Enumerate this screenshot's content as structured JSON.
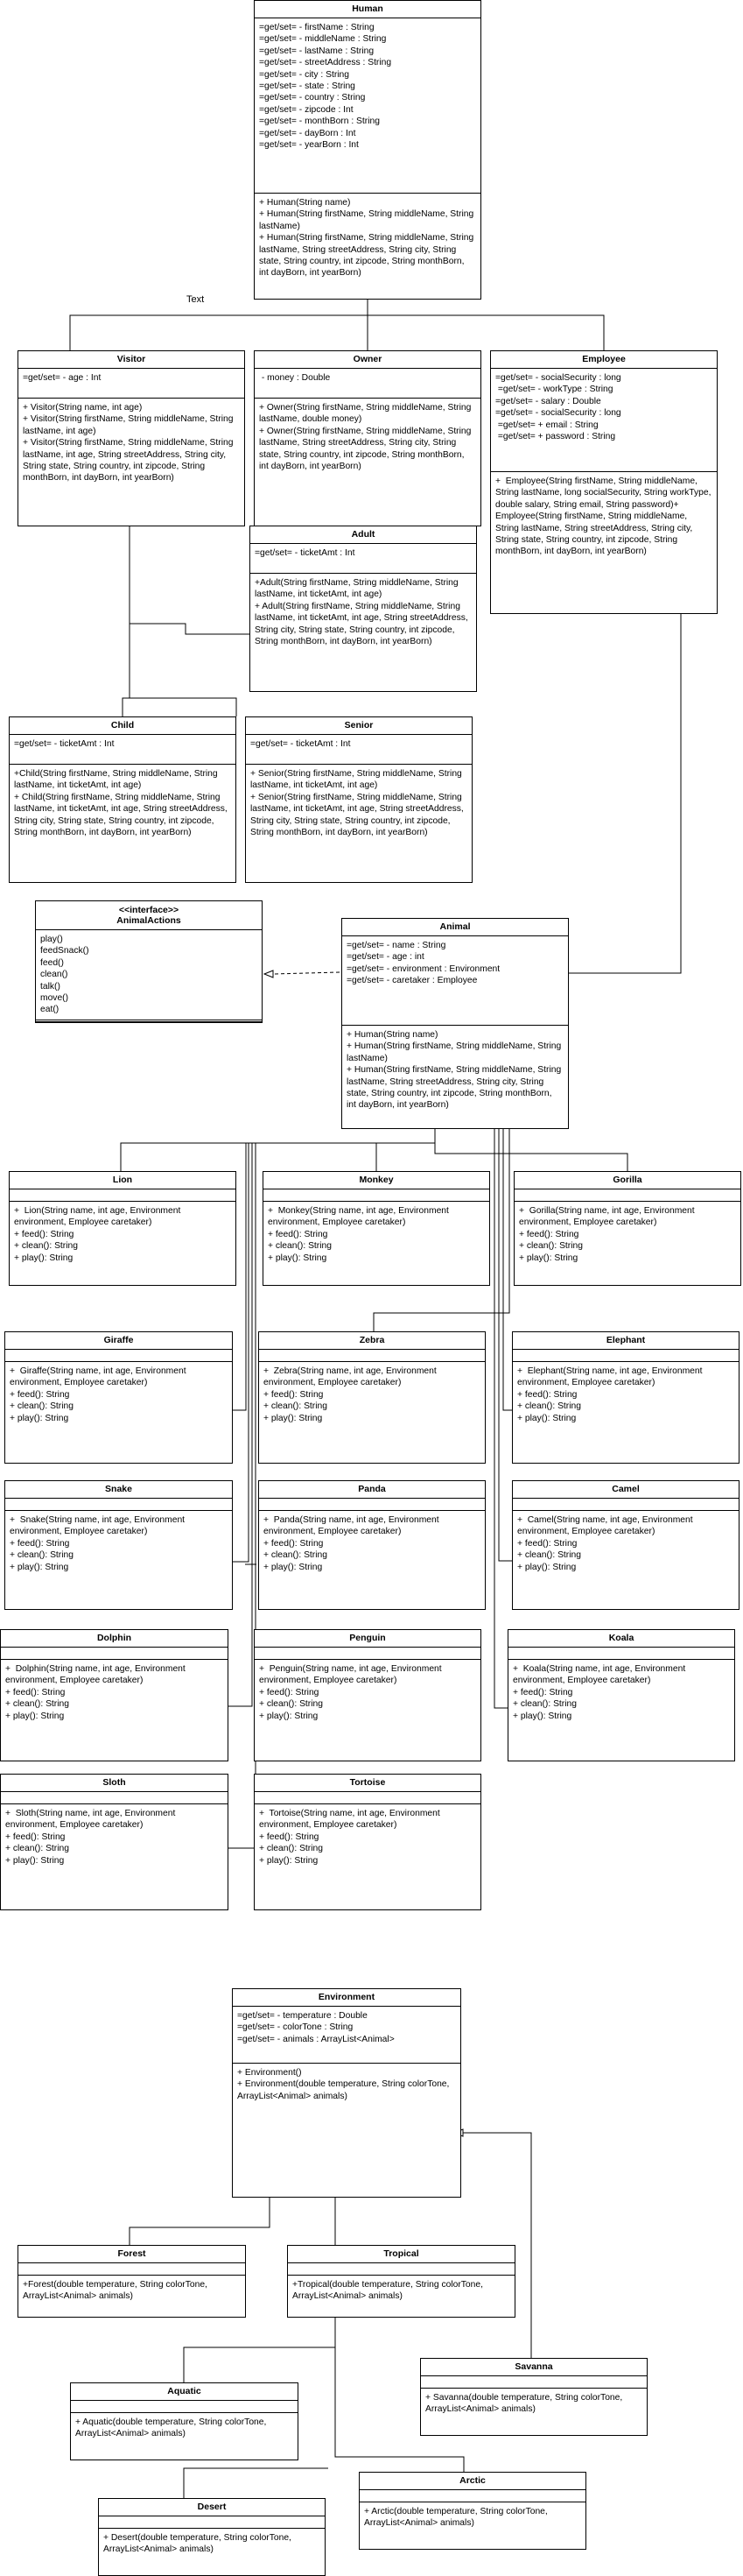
{
  "diagram": {
    "label_text": "Text",
    "classes": [
      {
        "id": "human",
        "name": "Human",
        "attrs": "=get/set= - firstName : String\n=get/set= - middleName : String\n=get/set= - lastName : String\n=get/set= - streetAddress : String\n=get/set= - city : String\n=get/set= - state : String\n=get/set= - country : String\n=get/set= - zipcode : Int\n=get/set= - monthBorn : String\n=get/set= - dayBorn : Int\n=get/set= - yearBorn : Int",
        "methods": "+ Human(String name)\n+ Human(String firstName, String middleName, String lastName)\n+ Human(String firstName, String middleName, String lastName, String streetAddress, String city, String state, String country, int zipcode, String monthBorn, int dayBorn, int yearBorn)"
      },
      {
        "id": "visitor",
        "name": "Visitor",
        "attrs": "=get/set= - age : Int",
        "methods": "+ Visitor(String name, int age)\n+ Visitor(String firstName, String middleName, String lastName, int age)\n+ Visitor(String firstName, String middleName, String lastName, int age, String streetAddress, String city, String state, String country, int zipcode, String monthBorn, int dayBorn, int yearBorn)"
      },
      {
        "id": "owner",
        "name": "Owner",
        "attrs": " - money : Double",
        "methods": "+ Owner(String firstName, String middleName, String lastName, double money)\n+ Owner(String firstName, String middleName, String lastName, String streetAddress, String city, String state, String country, int zipcode, String monthBorn, int dayBorn, int yearBorn)"
      },
      {
        "id": "employee",
        "name": "Employee",
        "attrs": "=get/set= - socialSecurity : long\n =get/set= - workType : String\n=get/set= - salary : Double\n=get/set= - socialSecurity : long\n =get/set= + email : String\n =get/set= + password : String",
        "methods": "+  Employee(String firstName, String middleName, String lastName, long socialSecurity, String workType, double salary, String email, String password)+ Employee(String firstName, String middleName, String lastName, String streetAddress, String city, String state, String country, int zipcode, String monthBorn, int dayBorn, int yearBorn)"
      },
      {
        "id": "adult",
        "name": "Adult",
        "attrs": "=get/set= - ticketAmt : Int",
        "methods": "+Adult(String firstName, String middleName, String lastName, int ticketAmt, int age)\n+ Adult(String firstName, String middleName, String lastName, int ticketAmt, int age, String streetAddress, String city, String state, String country, int zipcode, String monthBorn, int dayBorn, int yearBorn)"
      },
      {
        "id": "child",
        "name": "Child",
        "attrs": "=get/set= - ticketAmt : Int",
        "methods": "+Child(String firstName, String middleName, String lastName, int ticketAmt, int age)\n+ Child(String firstName, String middleName, String lastName, int ticketAmt, int age, String streetAddress, String city, String state, String country, int zipcode, String monthBorn, int dayBorn, int yearBorn)"
      },
      {
        "id": "senior",
        "name": "Senior",
        "attrs": "=get/set= - ticketAmt : Int",
        "methods": "+ Senior(String firstName, String middleName, String lastName, int ticketAmt, int age)\n+ Senior(String firstName, String middleName, String lastName, int ticketAmt, int age, String streetAddress, String city, String state, String country, int zipcode, String monthBorn, int dayBorn, int yearBorn)"
      },
      {
        "id": "animalactions",
        "name": "<<interface>>\nAnimalActions",
        "attrs": "play()\nfeedSnack()\nfeed()\nclean()\ntalk()\nmove()\neat()",
        "methods": ""
      },
      {
        "id": "animal",
        "name": "Animal",
        "attrs": "=get/set= - name : String\n=get/set= - age : int\n=get/set= - environment : Environment\n=get/set= - caretaker : Employee",
        "methods": "+ Human(String name)\n+ Human(String firstName, String middleName, String lastName)\n+ Human(String firstName, String middleName, String lastName, String streetAddress, String city, String state, String country, int zipcode, String monthBorn, int dayBorn, int yearBorn)"
      },
      {
        "id": "lion",
        "name": "Lion",
        "attrs": "",
        "methods": "+  Lion(String name, int age, Environment environment, Employee caretaker)\n+ feed(): String\n+ clean(): String\n+ play(): String"
      },
      {
        "id": "monkey",
        "name": "Monkey",
        "attrs": "",
        "methods": "+  Monkey(String name, int age, Environment environment, Employee caretaker)\n+ feed(): String\n+ clean(): String\n+ play(): String"
      },
      {
        "id": "gorilla",
        "name": "Gorilla",
        "attrs": "",
        "methods": "+  Gorilla(String name, int age, Environment environment, Employee caretaker)\n+ feed(): String\n+ clean(): String\n+ play(): String"
      },
      {
        "id": "giraffe",
        "name": "Giraffe",
        "attrs": "",
        "methods": "+  Giraffe(String name, int age, Environment environment, Employee caretaker)\n+ feed(): String\n+ clean(): String\n+ play(): String"
      },
      {
        "id": "zebra",
        "name": "Zebra",
        "attrs": "",
        "methods": "+  Zebra(String name, int age, Environment environment, Employee caretaker)\n+ feed(): String\n+ clean(): String\n+ play(): String"
      },
      {
        "id": "elephant",
        "name": "Elephant",
        "attrs": "",
        "methods": "+  Elephant(String name, int age, Environment environment, Employee caretaker)\n+ feed(): String\n+ clean(): String\n+ play(): String"
      },
      {
        "id": "snake",
        "name": "Snake",
        "attrs": "",
        "methods": "+  Snake(String name, int age, Environment environment, Employee caretaker)\n+ feed(): String\n+ clean(): String\n+ play(): String"
      },
      {
        "id": "panda",
        "name": "Panda",
        "attrs": "",
        "methods": "+  Panda(String name, int age, Environment environment, Employee caretaker)\n+ feed(): String\n+ clean(): String\n+ play(): String"
      },
      {
        "id": "camel",
        "name": "Camel",
        "attrs": "",
        "methods": "+  Camel(String name, int age, Environment environment, Employee caretaker)\n+ feed(): String\n+ clean(): String\n+ play(): String"
      },
      {
        "id": "dolphin",
        "name": "Dolphin",
        "attrs": "",
        "methods": "+  Dolphin(String name, int age, Environment environment, Employee caretaker)\n+ feed(): String\n+ clean(): String\n+ play(): String"
      },
      {
        "id": "penguin",
        "name": "Penguin",
        "attrs": "",
        "methods": "+  Penguin(String name, int age, Environment environment, Employee caretaker)\n+ feed(): String\n+ clean(): String\n+ play(): String"
      },
      {
        "id": "koala",
        "name": "Koala",
        "attrs": "",
        "methods": "+  Koala(String name, int age, Environment environment, Employee caretaker)\n+ feed(): String\n+ clean(): String\n+ play(): String"
      },
      {
        "id": "sloth",
        "name": "Sloth",
        "attrs": "",
        "methods": "+  Sloth(String name, int age, Environment environment, Employee caretaker)\n+ feed(): String\n+ clean(): String\n+ play(): String"
      },
      {
        "id": "tortoise",
        "name": "Tortoise",
        "attrs": "",
        "methods": "+  Tortoise(String name, int age, Environment environment, Employee caretaker)\n+ feed(): String\n+ clean(): String\n+ play(): String"
      },
      {
        "id": "environment",
        "name": "Environment",
        "attrs": "=get/set= - temperature : Double\n=get/set= - colorTone : String\n=get/set= - animals : ArrayList<Animal>",
        "methods": "+ Environment()\n+ Environment(double temperature, String colorTone, ArrayList<Animal> animals)"
      },
      {
        "id": "forest",
        "name": "Forest",
        "attrs": "",
        "methods": "+Forest(double temperature, String colorTone, ArrayList<Animal> animals)"
      },
      {
        "id": "tropical",
        "name": "Tropical",
        "attrs": "",
        "methods": "+Tropical(double temperature, String colorTone, ArrayList<Animal> animals)"
      },
      {
        "id": "aquatic",
        "name": "Aquatic",
        "attrs": "",
        "methods": "+ Aquatic(double temperature, String colorTone, ArrayList<Animal> animals)"
      },
      {
        "id": "savanna",
        "name": "Savanna",
        "attrs": "",
        "methods": "+ Savanna(double temperature, String colorTone, ArrayList<Animal> animals)"
      },
      {
        "id": "arctic",
        "name": "Arctic",
        "attrs": "",
        "methods": "+ Arctic(double temperature, String colorTone, ArrayList<Animal> animals)"
      },
      {
        "id": "desert",
        "name": "Desert",
        "attrs": "",
        "methods": "+ Desert(double temperature, String colorTone, ArrayList<Animal> animals)"
      }
    ]
  }
}
